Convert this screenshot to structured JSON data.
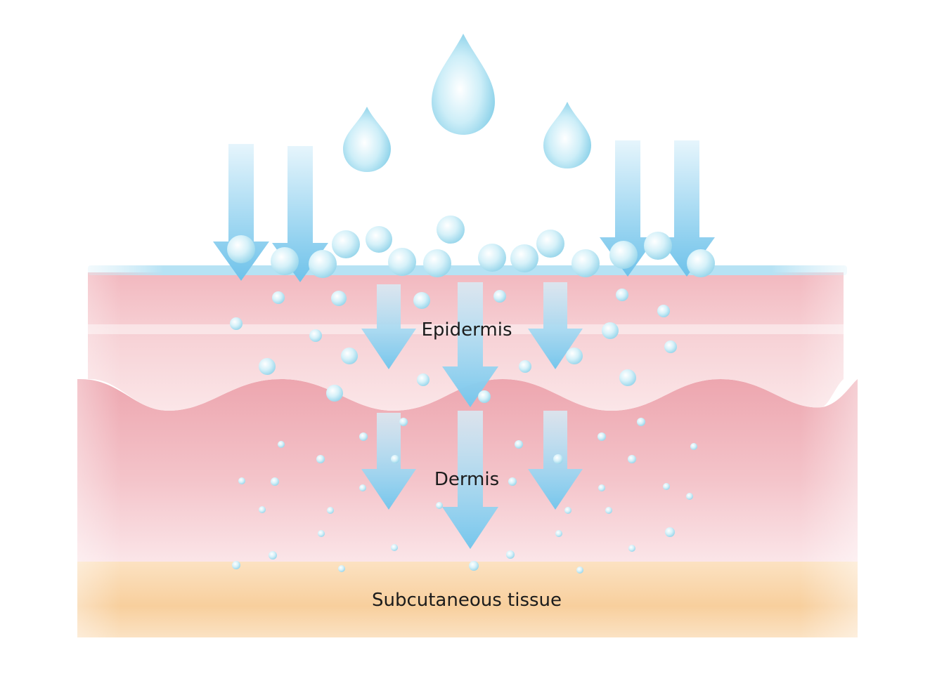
{
  "labels": {
    "epidermis": "Epidermis",
    "dermis": "Dermis",
    "subcutaneous": "Subcutaneous tissue"
  },
  "colors": {
    "water": "#a9dff0",
    "arrow": "#7cc8ea",
    "epidermis": "#f6c9ce",
    "dermis": "#eea7b0",
    "subcutaneous": "#f9d1a1",
    "skin_surface": "#bfe6f6",
    "text": "#1c1c1c"
  },
  "icons": {
    "droplet": "water-droplet-icon",
    "bubble": "moisture-bubble-icon",
    "arrow": "down-arrow-icon"
  }
}
